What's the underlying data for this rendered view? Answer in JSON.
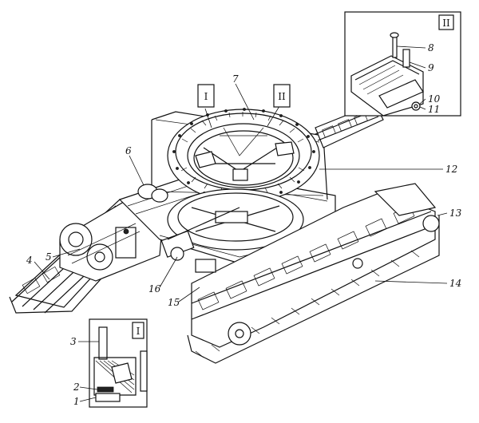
{
  "callouts": [
    {
      "id": "c1",
      "text": "1"
    },
    {
      "id": "c2",
      "text": "2"
    },
    {
      "id": "c3",
      "text": "3"
    },
    {
      "id": "c4",
      "text": "4"
    },
    {
      "id": "c5",
      "text": "5"
    },
    {
      "id": "c6",
      "text": "6"
    },
    {
      "id": "c7",
      "text": "7"
    },
    {
      "id": "c8",
      "text": "8"
    },
    {
      "id": "c9",
      "text": "9"
    },
    {
      "id": "c10",
      "text": "10"
    },
    {
      "id": "c11",
      "text": "11"
    },
    {
      "id": "c12",
      "text": "12"
    },
    {
      "id": "c13",
      "text": "13"
    },
    {
      "id": "c14",
      "text": "14"
    },
    {
      "id": "c15",
      "text": "15"
    },
    {
      "id": "c16",
      "text": "16"
    }
  ],
  "views": {
    "view_one": "I",
    "view_two": "II"
  }
}
